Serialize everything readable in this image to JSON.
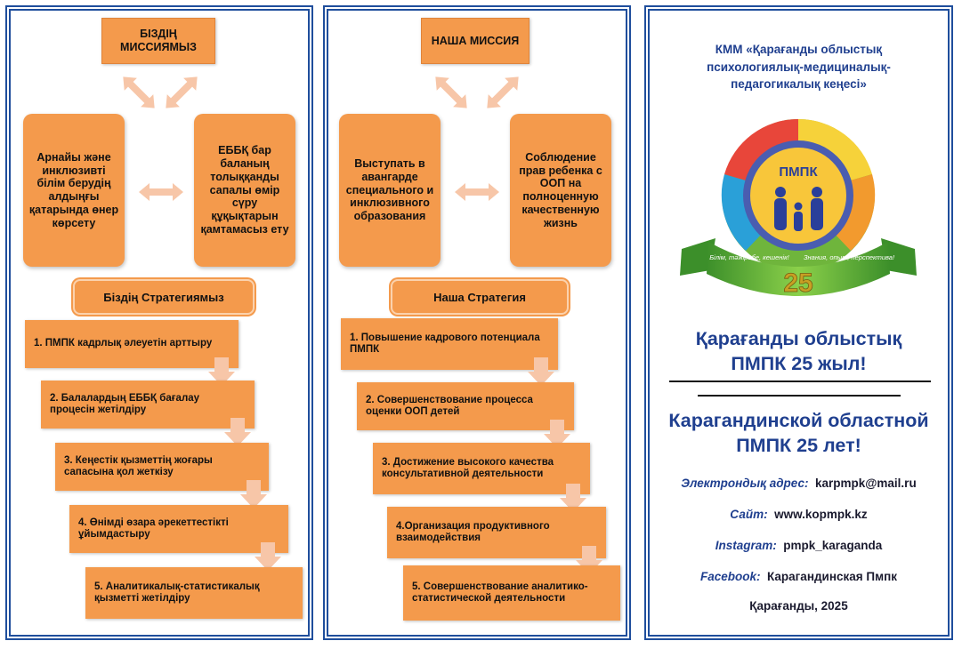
{
  "left": {
    "mission": "БІЗДІҢ МИССИЯМЫЗ",
    "side_left": "Арнайы және инклюзивті білім берудің алдыңғы қатарында өнер көрсету",
    "side_right": "ЕББҚ бар баланың толыққанды сапалы өмір сүру құқықтарын қамтамасыз ету",
    "strategy": "Біздің Стратегиямыз",
    "steps": [
      "1. ПМПК кадрлық әлеуетін арттыру",
      "2. Балалардың ЕББҚ бағалау процесін жетілдіру",
      "3. Кеңестік қызметтің жоғары сапасына қол жеткізу",
      "4. Өнімді өзара әрекеттестікті ұйымдастыру",
      "5. Аналитикалық-статистикалық қызметті жетілдіру"
    ]
  },
  "middle": {
    "mission": "НАША МИССИЯ",
    "side_left": "Выступать в авангарде специального и инклюзивного образования",
    "side_right": "Соблюдение прав ребенка с ООП на полноценную качественную жизнь",
    "strategy": "Наша Стратегия",
    "steps": [
      "1. Повышение кадрового потенциала ПМПК",
      "2. Совершенствование процесса оценки ООП детей",
      "3. Достижение высокого качества консультативной деятельности",
      "4.Организация продуктивного взаимодействия",
      "5. Совершенствование аналитико-статистической деятельности"
    ]
  },
  "right": {
    "org": "КММ «Қарағанды облыстық психологиялық-медициналық-педагогикалық кеңесі»",
    "logo": {
      "center_text": "ПМПК",
      "number": "25",
      "ribbon_left": "Білім, тәжірибе, кешенік!",
      "ribbon_right": "Знания, опыт, перспектива!",
      "colors": [
        "#e8463a",
        "#f29a2e",
        "#f6d23a",
        "#8bc53f",
        "#2aa0d8",
        "#4a5db0"
      ]
    },
    "title_kz": "Қарағанды облыстық ПМПК 25 жыл!",
    "title_ru": "Карагандинской областной ПМПК 25 лет!",
    "email_label": "Электрондық адрес:",
    "email": "karpmpk@mail.ru",
    "site_label": "Сайт:",
    "site": "www.kopmpk.kz",
    "instagram_label": "Instagram:",
    "instagram": "pmpk_karaganda",
    "facebook_label": "Facebook:",
    "facebook": "Карагандинская Пмпк",
    "footer": "Қарағанды, 2025"
  }
}
